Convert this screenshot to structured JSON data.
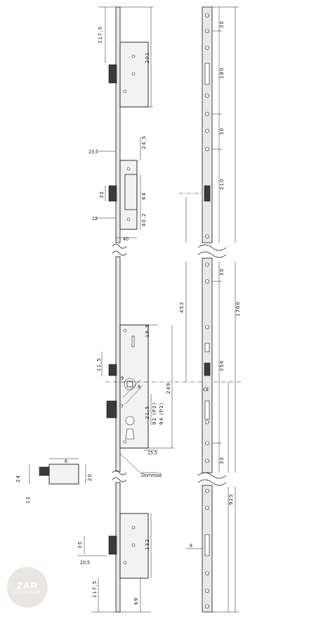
{
  "labels": {
    "d_117_5_top": "117,5",
    "d_201": "201",
    "d_24_5": "24,5",
    "d_23_5": "23,5",
    "d_32": "32",
    "d_64": "64",
    "d_12_mid": "12",
    "d_40_2": "40,2",
    "d_40": "40",
    "d_19_5": "19,5",
    "d_11_5": "11,5",
    "d_249": "249",
    "d_21_5": "21,5",
    "d_92": "92 (P2)",
    "d_94": "94 (P2)",
    "d_15_5": "15,5",
    "d_9": "9",
    "d_8": "8",
    "d_7": "7",
    "dornmass": "Dornmaß",
    "d_6": "6",
    "d_24": "24",
    "d_20": "20",
    "d_12_bolt": "12",
    "d_35": "35",
    "d_20_5": "20,5",
    "d_132": "132",
    "d_117_5_bot": "117,5",
    "d_69": "69",
    "r_30_a": "30",
    "r_180": "180",
    "r_30_b": "30",
    "r_210": "210",
    "r_453": "453",
    "r_30_c": "30",
    "r_1760": "1760",
    "r_356": "356",
    "r_30_d": "30",
    "r_925": "925",
    "r_8": "8",
    "ce": "CE"
  },
  "logo": {
    "main": "ZÁR",
    "sub": "CENTRUM",
    "color": "#e7e2de"
  },
  "colors": {
    "line": "#1a1a1a",
    "plate_fill": "#e8e8e8",
    "body_fill": "#f2f2f2"
  }
}
